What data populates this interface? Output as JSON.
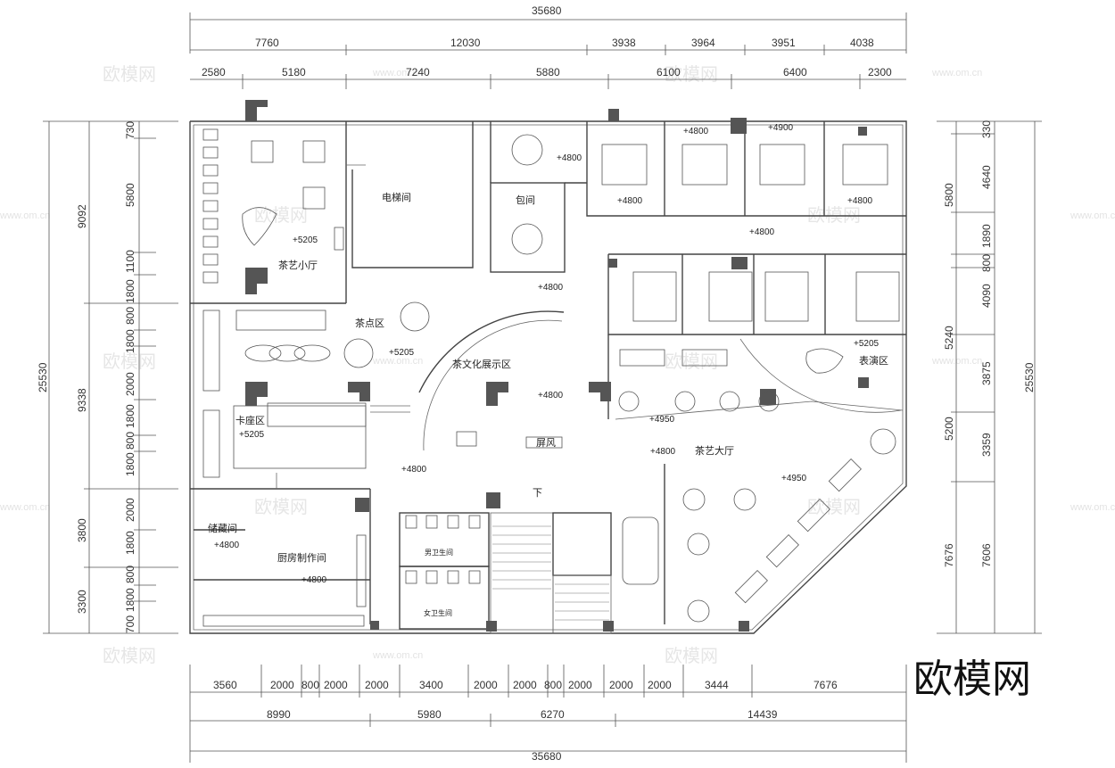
{
  "dimensions": {
    "top_total": "35680",
    "top_row1": [
      "7760",
      "12030",
      "3938",
      "3964",
      "3951",
      "4038"
    ],
    "top_row2": [
      "2580",
      "5180",
      "7240",
      "5880",
      "6100",
      "6400",
      "2300"
    ],
    "bottom_row1": [
      "3560",
      "2000",
      "800",
      "2000",
      "2000",
      "3400",
      "2000",
      "2000",
      "800",
      "2000",
      "2000",
      "2000",
      "3444",
      "7676"
    ],
    "bottom_row2": [
      "8990",
      "5980",
      "6270",
      "14439"
    ],
    "bottom_total": "35680",
    "left_outer": [
      "9092",
      "9338",
      "3800",
      "3300"
    ],
    "left_inner": [
      "730",
      "5800",
      "1100",
      "1800",
      "800",
      "1800",
      "2000",
      "1800",
      "800",
      "1800",
      "2000",
      "1800",
      "800",
      "1800",
      "700"
    ],
    "left_total": "25530",
    "right_inner": [
      "330",
      "4640",
      "1890",
      "800",
      "4090",
      "3875",
      "3359",
      "7606"
    ],
    "right_outer": [
      "5800",
      "5240",
      "5200",
      "7676"
    ],
    "right_total": "25530"
  },
  "rooms": {
    "tea_small_hall": "茶艺小厅",
    "elevator": "电梯间",
    "private_room": "包间",
    "tea_snack": "茶点区",
    "tea_culture": "茶文化展示区",
    "booth": "卡座区",
    "screen": "屏风",
    "tea_hall": "茶艺大厅",
    "performance": "表演区",
    "storage": "储藏间",
    "kitchen": "厨房制作间",
    "mens_wc": "男卫生间",
    "womens_wc": "女卫生间",
    "down": "下"
  },
  "elevations": {
    "e5205_a": "+5205",
    "e5205_b": "+5205",
    "e5205_c": "+5205",
    "e5205_d": "+5205",
    "e4800_priv": "+4800",
    "e4800_priv2": "+4800",
    "e4800_vip1": "+4800",
    "e4800_vip2": "+4900",
    "e4800_vip3": "+4800",
    "e4800_vip4": "+4800",
    "e4800_corr": "+4800",
    "e4800_center": "+4800",
    "e4950_a": "+4950",
    "e4800_hall": "+4800",
    "e4950_b": "+4950",
    "e4800_lobby": "+4800",
    "e4800_store": "+4800",
    "e4800_kitchen": "+4800"
  },
  "watermark": {
    "text": "欧模网",
    "url": "www.om.cn"
  },
  "logo": "欧模网"
}
